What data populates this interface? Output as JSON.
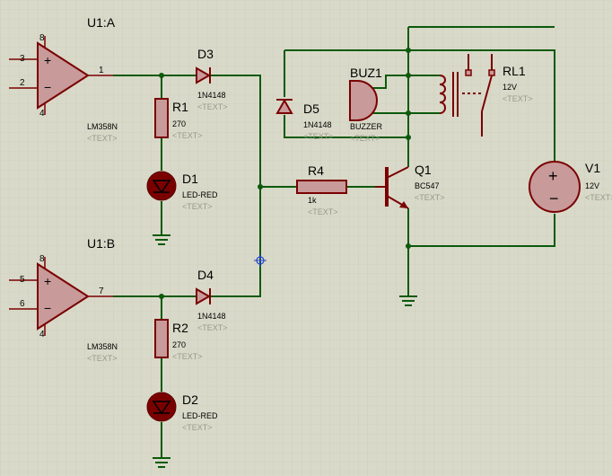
{
  "grid": {
    "minor_color": "#cacab8",
    "major_color": "#bdbdaa"
  },
  "colors": {
    "wire": "#0b5a0b",
    "component": "#7a0000",
    "body_fill": "#c89a9a",
    "led_fill": "#7a0000",
    "background": "#d9d9c9",
    "cursor": "#2244cc"
  },
  "u1a": {
    "ref": "U1:A",
    "part": "LM358N",
    "text": "<TEXT>",
    "pin_plus": "3",
    "pin_minus": "2",
    "pin_top": "8",
    "pin_bottom": "4",
    "pin_out": "1"
  },
  "u1b": {
    "ref": "U1:B",
    "part": "LM358N",
    "text": "<TEXT>",
    "pin_plus": "5",
    "pin_minus": "6",
    "pin_top": "8",
    "pin_bottom": "4",
    "pin_out": "7"
  },
  "r1": {
    "ref": "R1",
    "value": "270",
    "text": "<TEXT>"
  },
  "r2": {
    "ref": "R2",
    "value": "270",
    "text": "<TEXT>"
  },
  "r4": {
    "ref": "R4",
    "value": "1k",
    "text": "<TEXT>"
  },
  "d1": {
    "ref": "D1",
    "value": "LED-RED",
    "text": "<TEXT>"
  },
  "d2": {
    "ref": "D2",
    "value": "LED-RED",
    "text": "<TEXT>"
  },
  "d3": {
    "ref": "D3",
    "value": "1N4148",
    "text": "<TEXT>"
  },
  "d4": {
    "ref": "D4",
    "value": "1N4148",
    "text": "<TEXT>"
  },
  "d5": {
    "ref": "D5",
    "value": "1N4148",
    "text": "<TEXT>"
  },
  "buz1": {
    "ref": "BUZ1",
    "value": "BUZZER",
    "text": "<TEXT>"
  },
  "rl1": {
    "ref": "RL1",
    "value": "12V",
    "text": "<TEXT>"
  },
  "q1": {
    "ref": "Q1",
    "value": "BC547",
    "text": "<TEXT>"
  },
  "v1": {
    "ref": "V1",
    "value": "12V",
    "text": "<TEXT>",
    "plus": "+",
    "minus": "−"
  }
}
